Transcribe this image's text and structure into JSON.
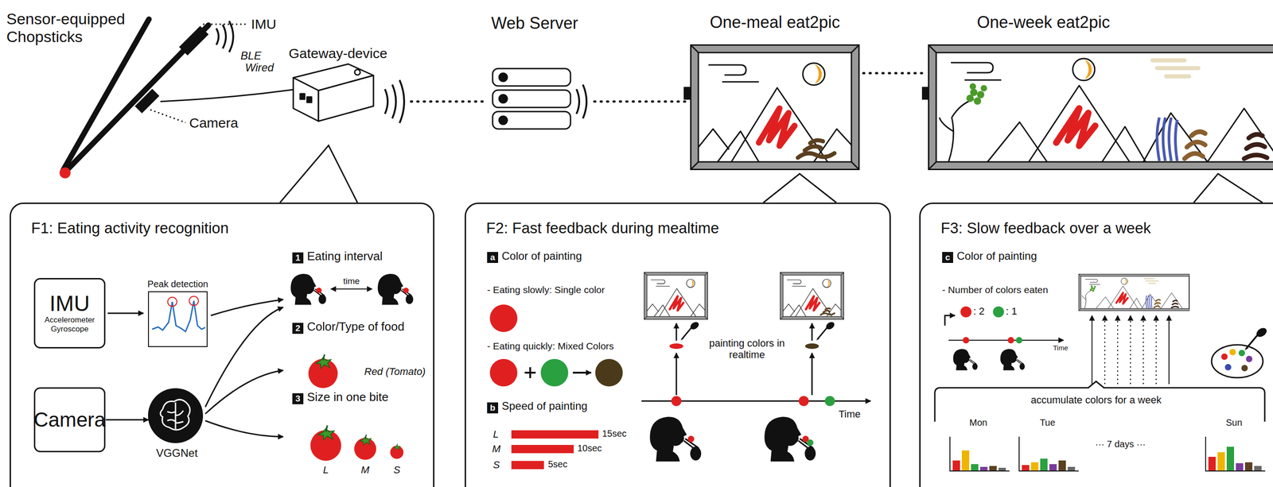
{
  "diagram": {
    "nodes": [
      {
        "text": [
          "Gateway-device"
        ]
      },
      {
        "text": [
          "Web Server"
        ]
      },
      {
        "text": [
          "One-meal eat2pic"
        ]
      },
      {
        "text": [
          "One-week eat2pic"
        ]
      },
      {
        "text": [
          "F1: Eating activity recognition"
        ]
      },
      {
        "text": [
          "IMU",
          "Accelerometer Gyroscope"
        ],
        "in": 4
      },
      {
        "text": [
          "Camera"
        ],
        "in": 4
      },
      {
        "text": [
          "VGGNet"
        ],
        "in": 4
      },
      {
        "text": [
          "F2: Fast feedback during mealtime"
        ]
      },
      {
        "text": [
          "F3: Slow feedback over a week"
        ]
      }
    ],
    "edges": [
      {
        "from": 0,
        "to": 1,
        "arrow": "none"
      },
      {
        "from": 1,
        "to": 2,
        "arrow": "none"
      },
      {
        "from": 2,
        "to": 3,
        "arrow": "none"
      },
      {
        "from": 6,
        "to": 7,
        "arrow": "to"
      }
    ],
    "labels": [
      "Sensor-equipped Chopsticks",
      "IMU",
      "BLE",
      "Wired",
      "Camera",
      "Peak detection",
      "1",
      "Eating interval",
      "time",
      "2",
      "Color/Type of food",
      "Red (Tomato)",
      "3",
      "Size in one bite",
      "L",
      "M",
      "S",
      "a",
      "Color of painting",
      "- Eating slowly: Single color",
      "- Eating quickly: Mixed Colors",
      "b",
      "Speed of painting",
      "L",
      "M",
      "S",
      "15sec",
      "10sec",
      "5sec",
      "painting colors in realtime",
      "Time",
      "c",
      "Color of painting",
      "- Number of colors eaten",
      ": 2",
      ": 1",
      "Time",
      "accumulate colors for a week",
      "Mon",
      "Tue",
      "··· 7 days ···",
      "Sun"
    ]
  }
}
